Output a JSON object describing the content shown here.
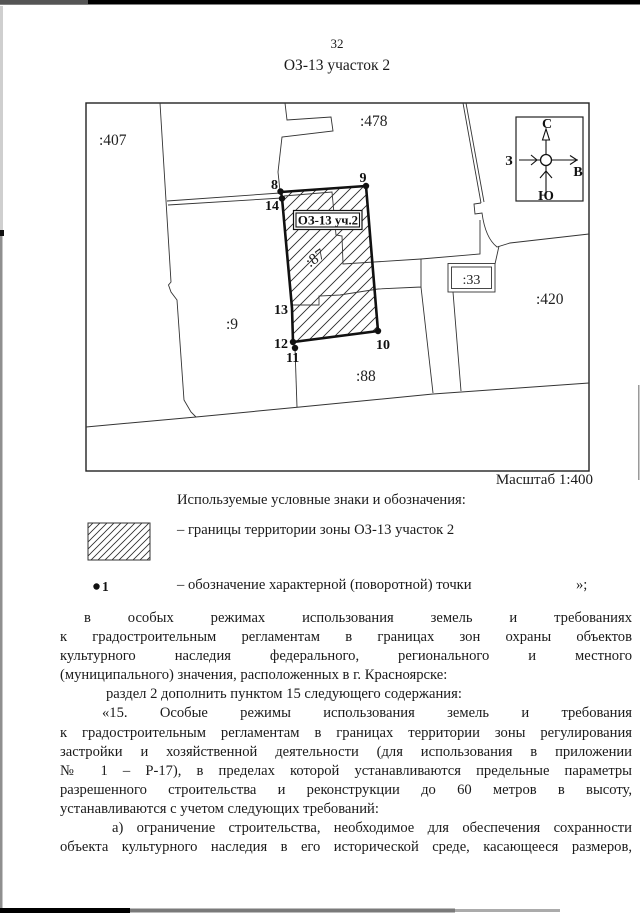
{
  "colors": {
    "ink": "#1a1a1a",
    "paper": "#ffffff"
  },
  "page": {
    "number": "32",
    "title": "ОЗ-13 участок 2"
  },
  "map": {
    "scale": "Масштаб 1:400",
    "zone_box": "ОЗ-13 уч.2",
    "parcels": {
      "p407": ":407",
      "p478": ":478",
      "p9": ":9",
      "p87": ":87",
      "p33": ":33",
      "p420": ":420",
      "p88": ":88"
    },
    "points": {
      "n8": "8",
      "n9": "9",
      "n10": "10",
      "n11": "11",
      "n12": "12",
      "n13": "13",
      "n14": "14"
    },
    "compass": {
      "n": "С",
      "s": "Ю",
      "w": "З",
      "e": "В"
    }
  },
  "legend": {
    "heading": "Используемые условные знаки и обозначения:",
    "boundary_label": "– границы территории зоны ОЗ-13 участок 2",
    "point_symbol": "1",
    "point_label": "– обозначение характерной (поворотной) точки",
    "closing": "»;"
  },
  "body": {
    "paragraphs": [
      {
        "lines": [
          {
            "text": "в особых режимах использования земель и требованиях",
            "justify": true,
            "indent": 24
          },
          {
            "text": "к градостроительным регламентам в границах зон охраны объектов",
            "justify": true
          },
          {
            "text": "культурного наследия федерального, регионального и местного",
            "justify": true
          },
          {
            "text": "(муниципального) значения, расположенных в г. Красноярске:"
          }
        ]
      },
      {
        "lines": [
          {
            "text": "раздел 2 дополнить пунктом 15 следующего содержания:",
            "indent": 46
          }
        ]
      },
      {
        "lines": [
          {
            "text": "«15. Особые режимы использования земель и требования",
            "justify": true,
            "indent": 42
          },
          {
            "text": "к градостроительным регламентам в границах территории зоны регулирования",
            "justify": true
          },
          {
            "text": "застройки и хозяйственной деятельности (для использования в приложении",
            "justify": true
          },
          {
            "text": "№ 1 – Р-17), в пределах которой устанавливаются предельные параметры",
            "justify": true
          },
          {
            "text": "разрешенного строительства и реконструкции до 60 метров в высоту,",
            "justify": true
          },
          {
            "text": "устанавливаются с учетом следующих требований:"
          }
        ]
      },
      {
        "lines": [
          {
            "text": "а) ограничение строительства, необходимое для обеспечения сохранности",
            "justify": true,
            "indent": 52
          },
          {
            "text": "объекта культурного наследия в его исторической среде, касающееся размеров,",
            "justify": true
          }
        ]
      }
    ]
  }
}
